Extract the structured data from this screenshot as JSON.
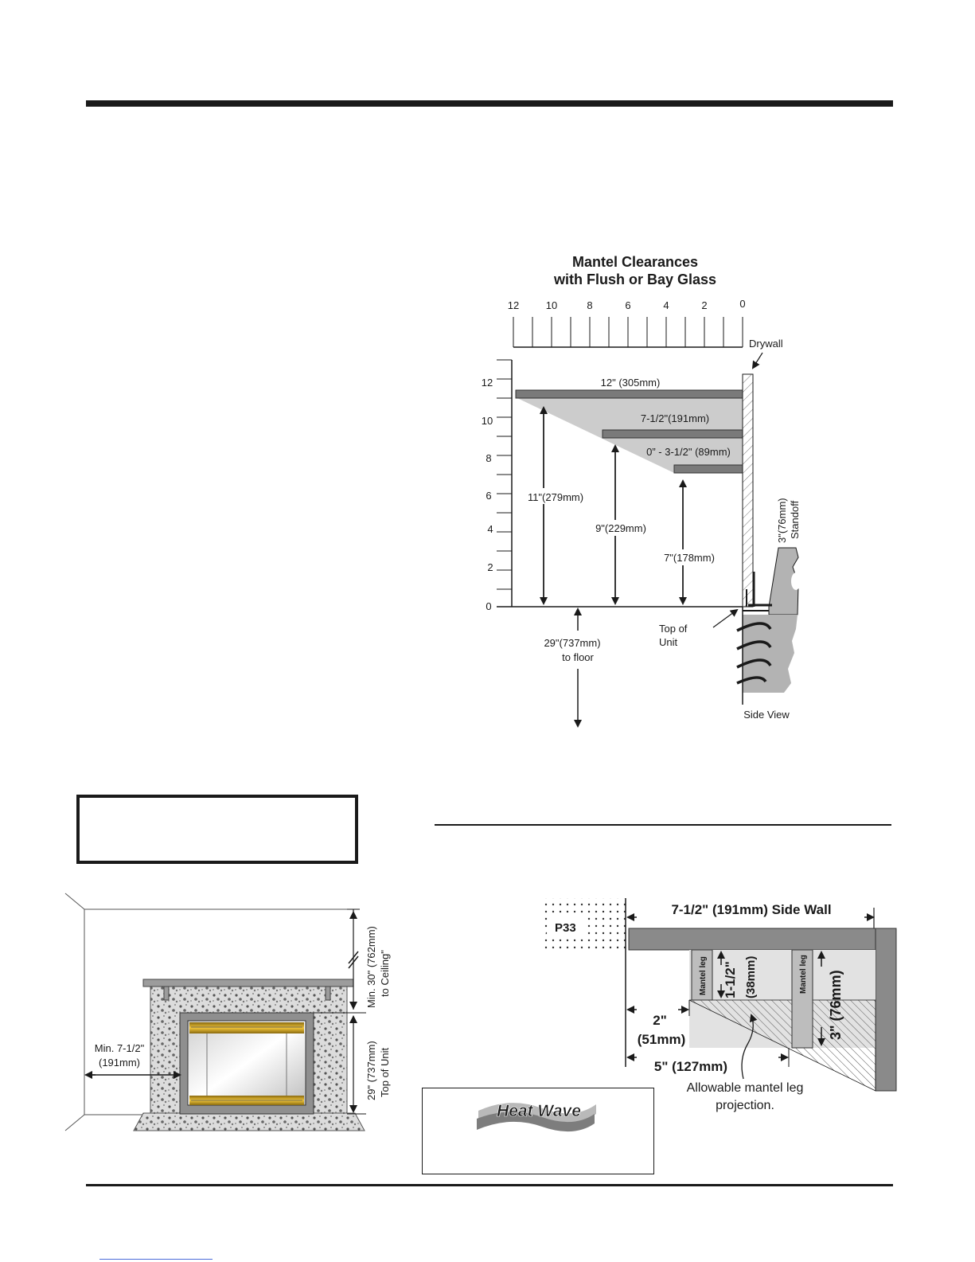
{
  "mantel_clearances": {
    "title_line1": "Mantel Clearances",
    "title_line2": "with Flush or Bay Glass",
    "horizontal_ticks": [
      "12",
      "10",
      "8",
      "6",
      "4",
      "2",
      "0"
    ],
    "vertical_ticks": [
      "12",
      "10",
      "8",
      "6",
      "4",
      "2",
      "0"
    ],
    "drywall_label": "Drywall",
    "mantel_12": "12\" (305mm)",
    "mantel_7_5": "7-1/2\"(191mm)",
    "mantel_3_5": "0” - 3-1/2\" (89mm)",
    "height_11": "11\"(279mm)",
    "height_9": "9\"(229mm)",
    "height_7": "7\"(178mm)",
    "standoff_line1": "3\"(76mm)",
    "standoff_line2": "Standoff",
    "top_of_unit_line1": "Top of",
    "top_of_unit_line2": "Unit",
    "floor_line1": "29\"(737mm)",
    "floor_line2": "to floor",
    "side_view": "Side View"
  },
  "room_diagram": {
    "ceiling_line1": "Min. 30\" (762mm)",
    "ceiling_line2": "to Ceiling\"",
    "side_line1": "Min. 7-1/2\"",
    "side_line2": "(191mm)",
    "unit_line1": "29\" (737mm)",
    "unit_line2": "Top of Unit"
  },
  "mantel_leg": {
    "wall_tag": "P33",
    "side_wall": "7-1/2\" (191mm) Side Wall",
    "leg_label": "Mantel leg",
    "dim_2_line1": "2\"",
    "dim_2_line2": "(51mm)",
    "dim_5": "5\" (127mm)",
    "dim_1_5_line1": "1-1/2\"",
    "dim_1_5_line2": "(38mm)",
    "dim_3": "3\" (76mm)",
    "caption_line1": "Allowable mantel leg",
    "caption_line2": "projection."
  },
  "logo": {
    "brand": "Heat Wave"
  }
}
